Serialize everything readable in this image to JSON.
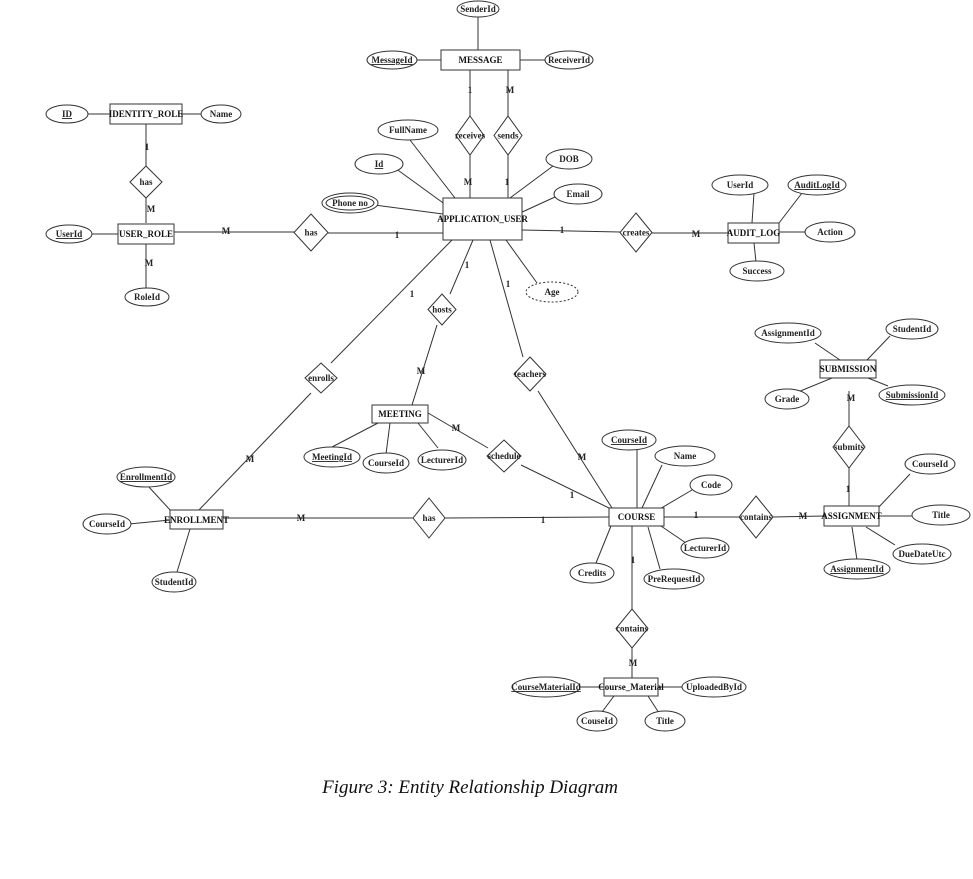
{
  "caption": "Figure 3: Entity Relationship Diagram",
  "entities": {
    "message": "MESSAGE",
    "identity_role": "IDENTITY_ROLE",
    "user_role": "USER_ROLE",
    "application_user": "APPLICATION_USER",
    "audit_log": "AUDIT_LOG",
    "submission": "SUBMISSION",
    "meeting": "MEETING",
    "enrollment": "ENROLLMENT",
    "course": "COURSE",
    "assignment": "ASSIGNMENT",
    "course_material": "Course_Material"
  },
  "attributes": {
    "message_senderid": "SenderId",
    "message_messageid": "MessageId",
    "message_receiverid": "ReceiverId",
    "identity_role_id": "ID",
    "identity_role_name": "Name",
    "user_role_userid": "UserId",
    "user_role_roleid": "RoleId",
    "user_fullname": "FullName",
    "user_id": "Id",
    "user_dob": "DOB",
    "user_email": "Email",
    "user_phone": "Phone no",
    "user_age": "Age",
    "audit_userid": "UserId",
    "audit_auditlogid": "AuditLogId",
    "audit_action": "Action",
    "audit_success": "Success",
    "submission_assignmentid": "AssignmentId",
    "submission_studentid": "StudentId",
    "submission_grade": "Grade",
    "submission_submissionid": "SubmissionId",
    "meeting_meetingid": "MeetingId",
    "meeting_courseid": "CourseId",
    "meeting_lecturerid": "LecturerId",
    "enrollment_enrollmentid": "EnrollmentId",
    "enrollment_courseid": "CourseId",
    "enrollment_studentid": "StudentId",
    "course_courseid": "CourseId",
    "course_name": "Name",
    "course_code": "Code",
    "course_lecturerid": "LecturerId",
    "course_credits": "Credits",
    "course_prerequestid": "PreRequestId",
    "assignment_courseid": "CourseId",
    "assignment_title": "Title",
    "assignment_duedateutc": "DueDateUtc",
    "assignment_assignmentid": "AssignmentId",
    "material_coursematerialid": "CourseMaterialId",
    "material_uploadedbyid": "UploadedById",
    "material_couseid": "CouseId",
    "material_title": "Title"
  },
  "relationships": {
    "receives": "receives",
    "sends": "sends",
    "has_identity": "has",
    "has_user_role": "has",
    "creates": "creates",
    "hosts": "hosts",
    "enrolls": "enrolls",
    "teachers": "teachers",
    "schedule": "schedule",
    "has_enrollment": "has",
    "submits": "submits",
    "contains_assignment": "contains",
    "contains_material": "contains"
  },
  "cardinalities": {
    "receives_msg": "1",
    "receives_user": "M",
    "sends_msg": "M",
    "sends_user": "1",
    "identity_has": "1",
    "user_role_has": "M",
    "user_role_roleid": "M",
    "has_user_role_left": "M",
    "has_user_role_right": "1",
    "creates_user": "1",
    "creates_audit": "M",
    "hosts_user": "1",
    "hosts_meeting": "M",
    "enrolls_user": "1",
    "enrolls_enrollment": "M",
    "teachers_user": "1",
    "teachers_course": "M",
    "schedule_meeting": "M",
    "schedule_course": "1",
    "has_enrollment_left": "M",
    "has_enrollment_right": "1",
    "submits_submission": "M",
    "submits_assignment": "1",
    "contains_course": "1",
    "contains_assignment": "M",
    "contains_mat_course": "1",
    "contains_mat_material": "M"
  }
}
